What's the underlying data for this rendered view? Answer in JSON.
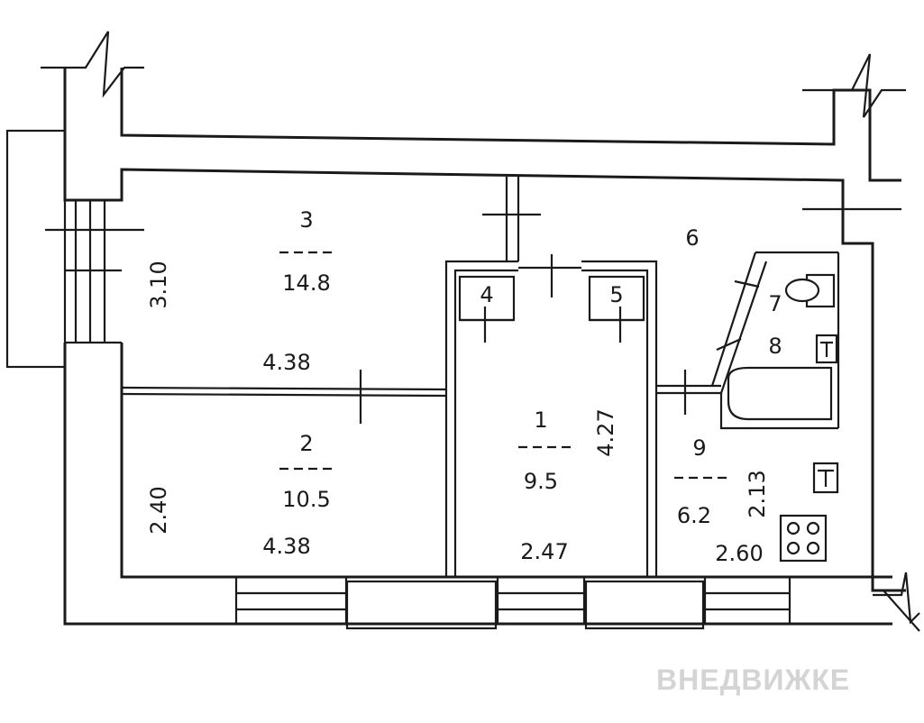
{
  "rooms": [
    {
      "id": "3",
      "area": "14.8"
    },
    {
      "id": "2",
      "area": "10.5"
    },
    {
      "id": "1",
      "area": "9.5"
    },
    {
      "id": "9",
      "area": "6.2"
    },
    {
      "id": "6"
    },
    {
      "id": "4"
    },
    {
      "id": "5"
    },
    {
      "id": "7"
    },
    {
      "id": "8"
    }
  ],
  "dimensions": {
    "room3_height": "3.10",
    "room3_width": "4.38",
    "room2_height": "2.40",
    "room2_width": "4.38",
    "room1_length": "4.27",
    "room1_width": "2.47",
    "room9_height": "2.13",
    "room9_width": "2.60"
  },
  "watermark": "ВНЕДВИЖКЕ"
}
